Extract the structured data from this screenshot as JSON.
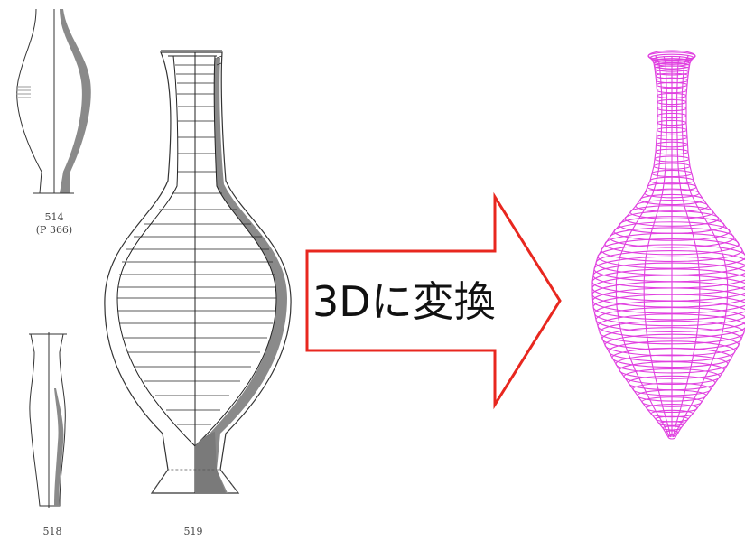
{
  "figures": [
    {
      "id": "514",
      "label": "514",
      "sublabel": "(P 366)"
    },
    {
      "id": "518",
      "label": "518"
    },
    {
      "id": "519",
      "label": "519"
    }
  ],
  "arrow": {
    "text": "3Dに変換",
    "stroke_color": "#e8271f",
    "fill_color": "#ffffff"
  },
  "model": {
    "wire_color": "#e040e0"
  },
  "drawing": {
    "line_color": "#222222",
    "shade_color": "#8a8a8a"
  }
}
